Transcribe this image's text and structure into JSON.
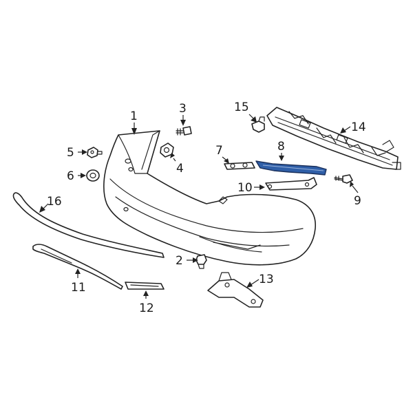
{
  "diagram": {
    "highlight_color": "#2f5fa8",
    "line_color": "#222222",
    "callouts": {
      "c1": "1",
      "c2": "2",
      "c3": "3",
      "c4": "4",
      "c5": "5",
      "c6": "6",
      "c7": "7",
      "c8": "8",
      "c9": "9",
      "c10": "10",
      "c11": "11",
      "c12": "12",
      "c13": "13",
      "c14": "14",
      "c15": "15",
      "c16": "16"
    },
    "highlighted_part": "8"
  }
}
